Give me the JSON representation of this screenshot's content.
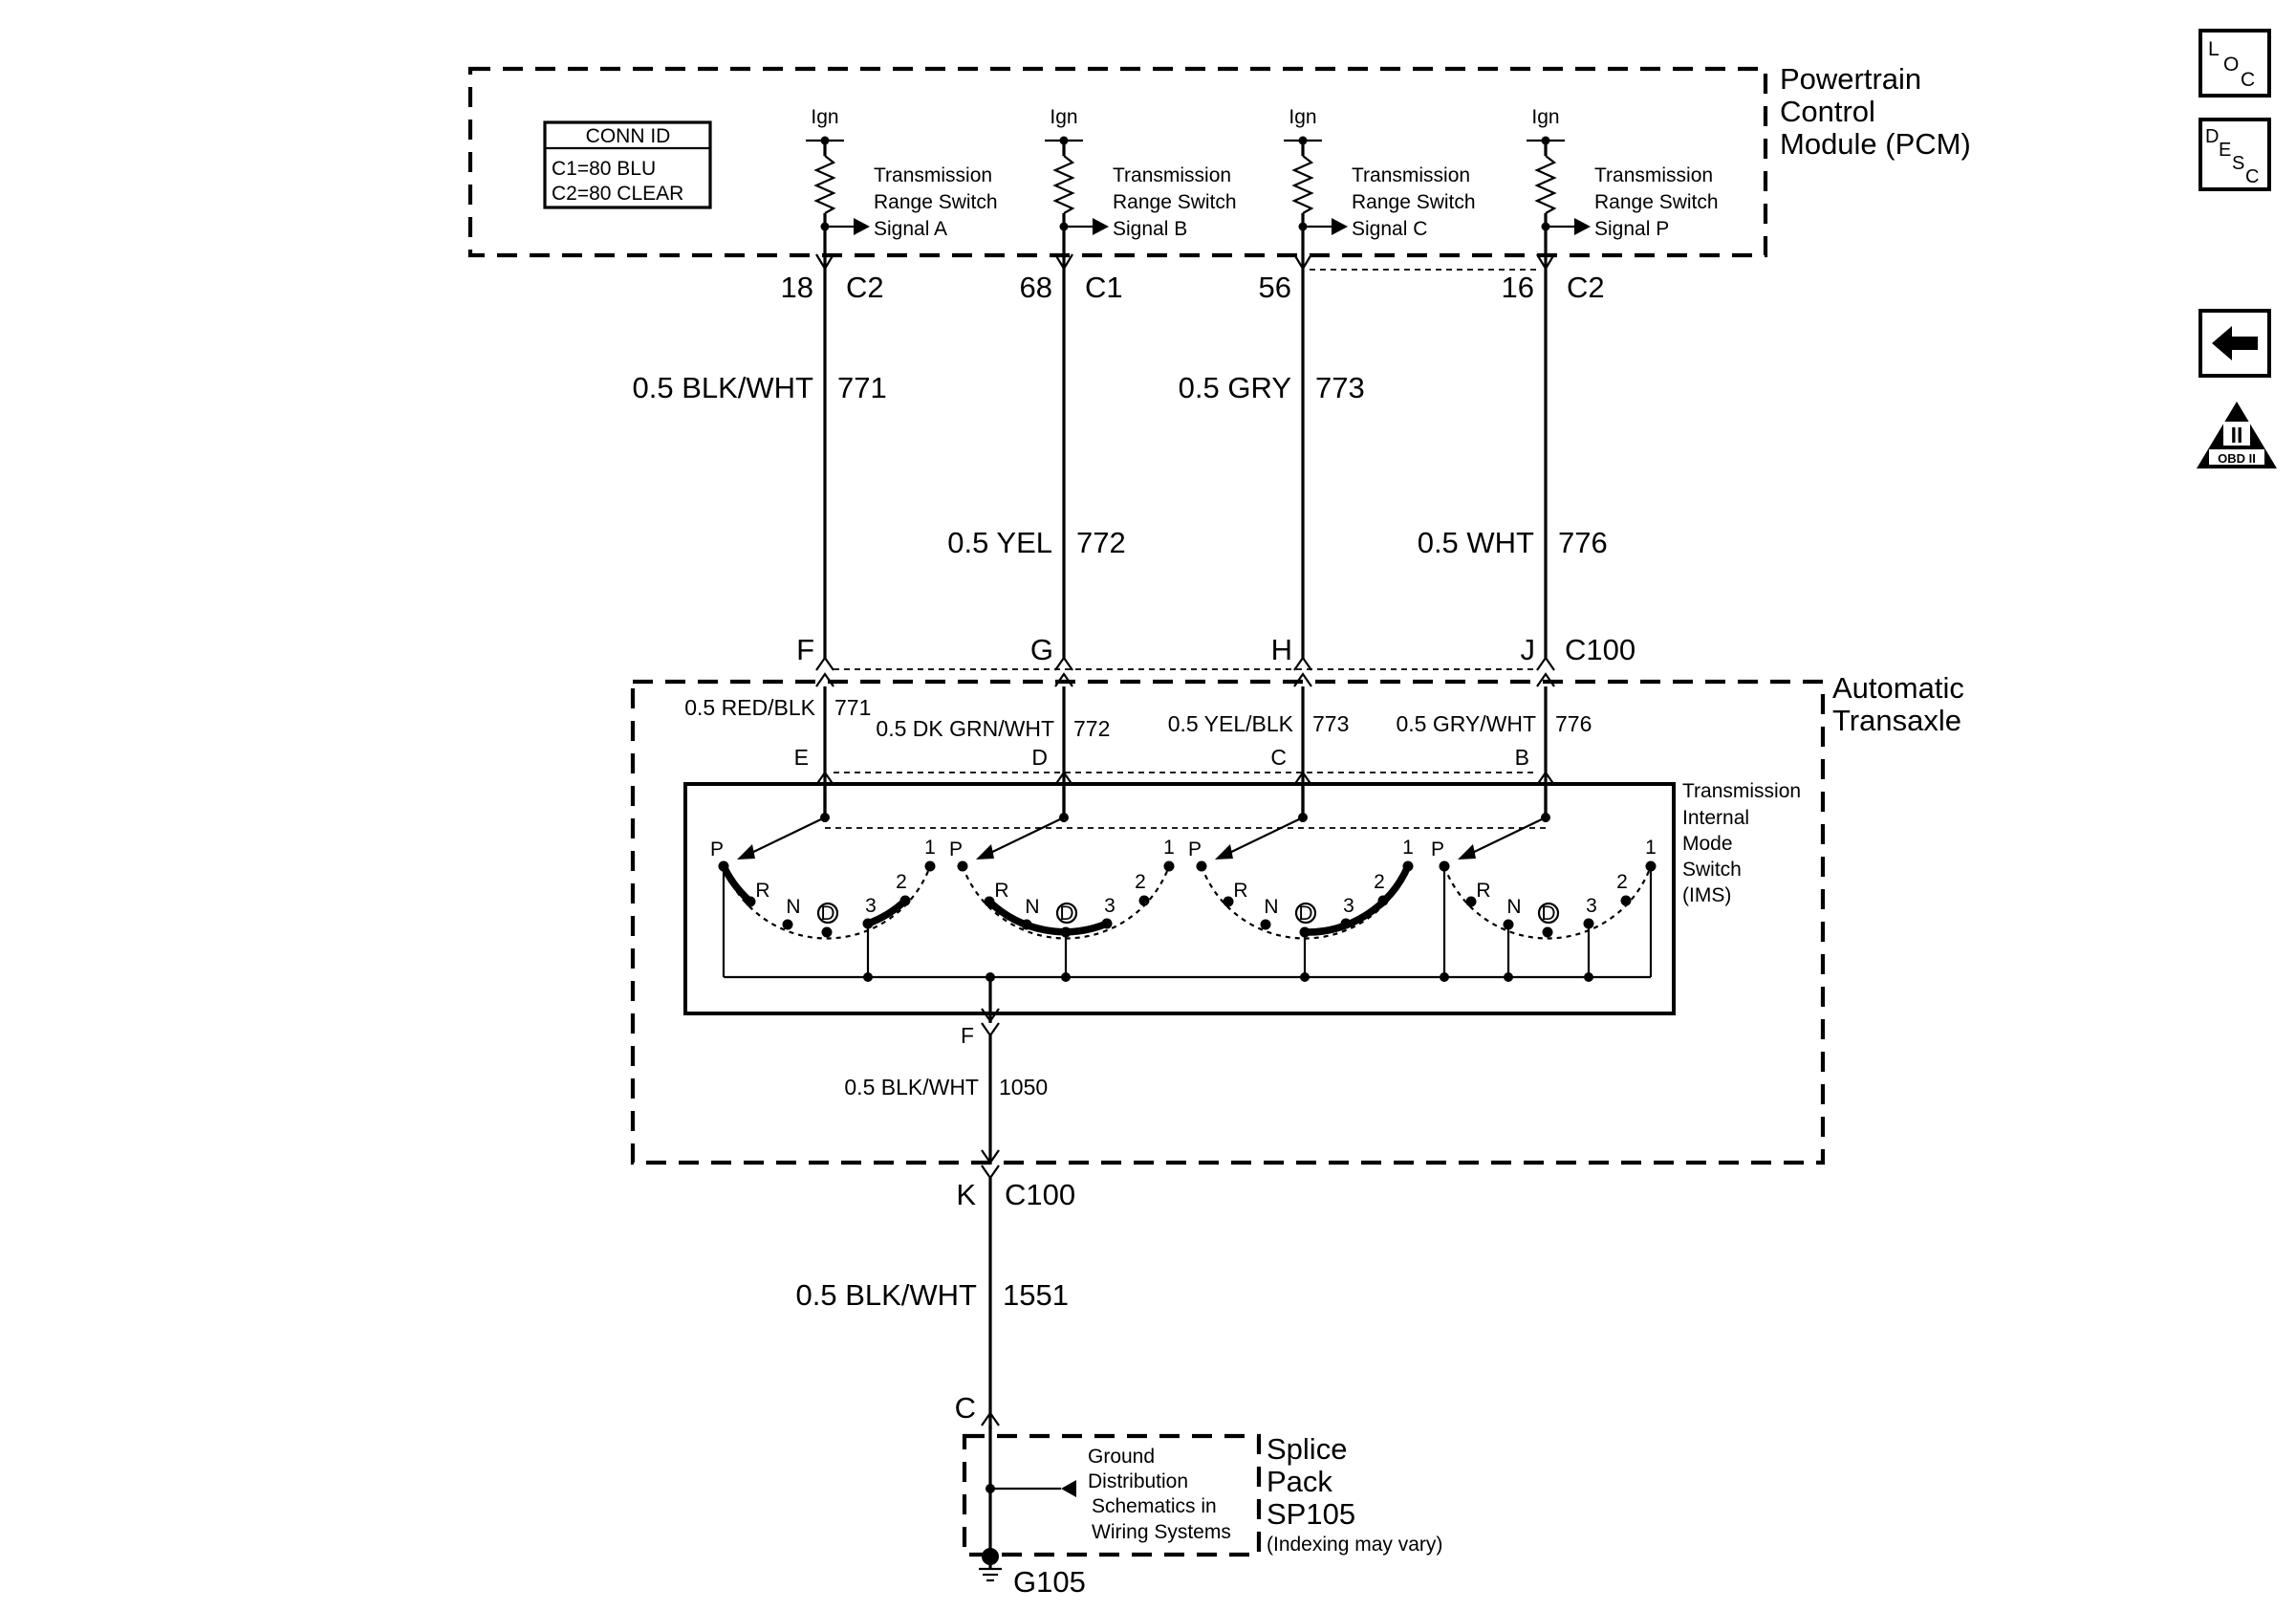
{
  "modules": {
    "pcm": [
      "Powertrain",
      "Control",
      "Module (PCM)"
    ],
    "transaxle": [
      "Automatic",
      "Transaxle"
    ],
    "ims": [
      "Transmission",
      "Internal",
      "Mode",
      "Switch",
      "(IMS)"
    ],
    "splice": [
      "Splice",
      "Pack",
      "SP105",
      "(Indexing may vary)"
    ],
    "ground_dist": [
      "Ground",
      "Distribution",
      "Schematics in",
      "Wiring Systems"
    ]
  },
  "conn_id": {
    "title": "CONN ID",
    "rows": [
      "C1=80 BLU",
      "C2=80 CLEAR"
    ]
  },
  "pcm_inputs": [
    {
      "supply": "Ign",
      "lines": [
        "Transmission",
        "Range Switch",
        "Signal A"
      ],
      "pin": "18",
      "conn": "C2"
    },
    {
      "supply": "Ign",
      "lines": [
        "Transmission",
        "Range Switch",
        "Signal B"
      ],
      "pin": "68",
      "conn": "C1"
    },
    {
      "supply": "Ign",
      "lines": [
        "Transmission",
        "Range Switch",
        "Signal C"
      ],
      "pin": "56",
      "conn": ""
    },
    {
      "supply": "Ign",
      "lines": [
        "Transmission",
        "Range Switch",
        "Signal P"
      ],
      "pin": "16",
      "conn": "C2"
    }
  ],
  "harness_wires": [
    {
      "color": "0.5 BLK/WHT",
      "circuit": "771"
    },
    {
      "color": "0.5 YEL",
      "circuit": "772"
    },
    {
      "color": "0.5 GRY",
      "circuit": "773"
    },
    {
      "color": "0.5 WHT",
      "circuit": "776"
    }
  ],
  "c100_upper": {
    "pins": [
      "F",
      "G",
      "H",
      "J"
    ],
    "conn": "C100"
  },
  "internal_wires": [
    {
      "color": "0.5 RED/BLK",
      "circuit": "771",
      "pin": "E"
    },
    {
      "color": "0.5 DK GRN/WHT",
      "circuit": "772",
      "pin": "D"
    },
    {
      "color": "0.5 YEL/BLK",
      "circuit": "773",
      "pin": "C"
    },
    {
      "color": "0.5 GRY/WHT",
      "circuit": "776",
      "pin": "B"
    }
  ],
  "switch_positions": [
    "P",
    "R",
    "N",
    "D",
    "3",
    "2",
    "1"
  ],
  "ground_path": {
    "ims_pin": "F",
    "ims_wire": {
      "color": "0.5 BLK/WHT",
      "circuit": "1050"
    },
    "c100_pin": "K",
    "c100_conn": "C100",
    "wire": {
      "color": "0.5 BLK/WHT",
      "circuit": "1551"
    },
    "splice_pin": "C",
    "ground": "G105"
  },
  "nav_icons": [
    {
      "name": "loc-icon",
      "chars": [
        "L",
        "O",
        "C"
      ]
    },
    {
      "name": "desc-icon",
      "chars": [
        "D",
        "E",
        "S",
        "C"
      ]
    },
    {
      "name": "back-arrow-icon"
    },
    {
      "name": "obd2-icon",
      "chars": [
        "II",
        "OBD II"
      ]
    }
  ]
}
